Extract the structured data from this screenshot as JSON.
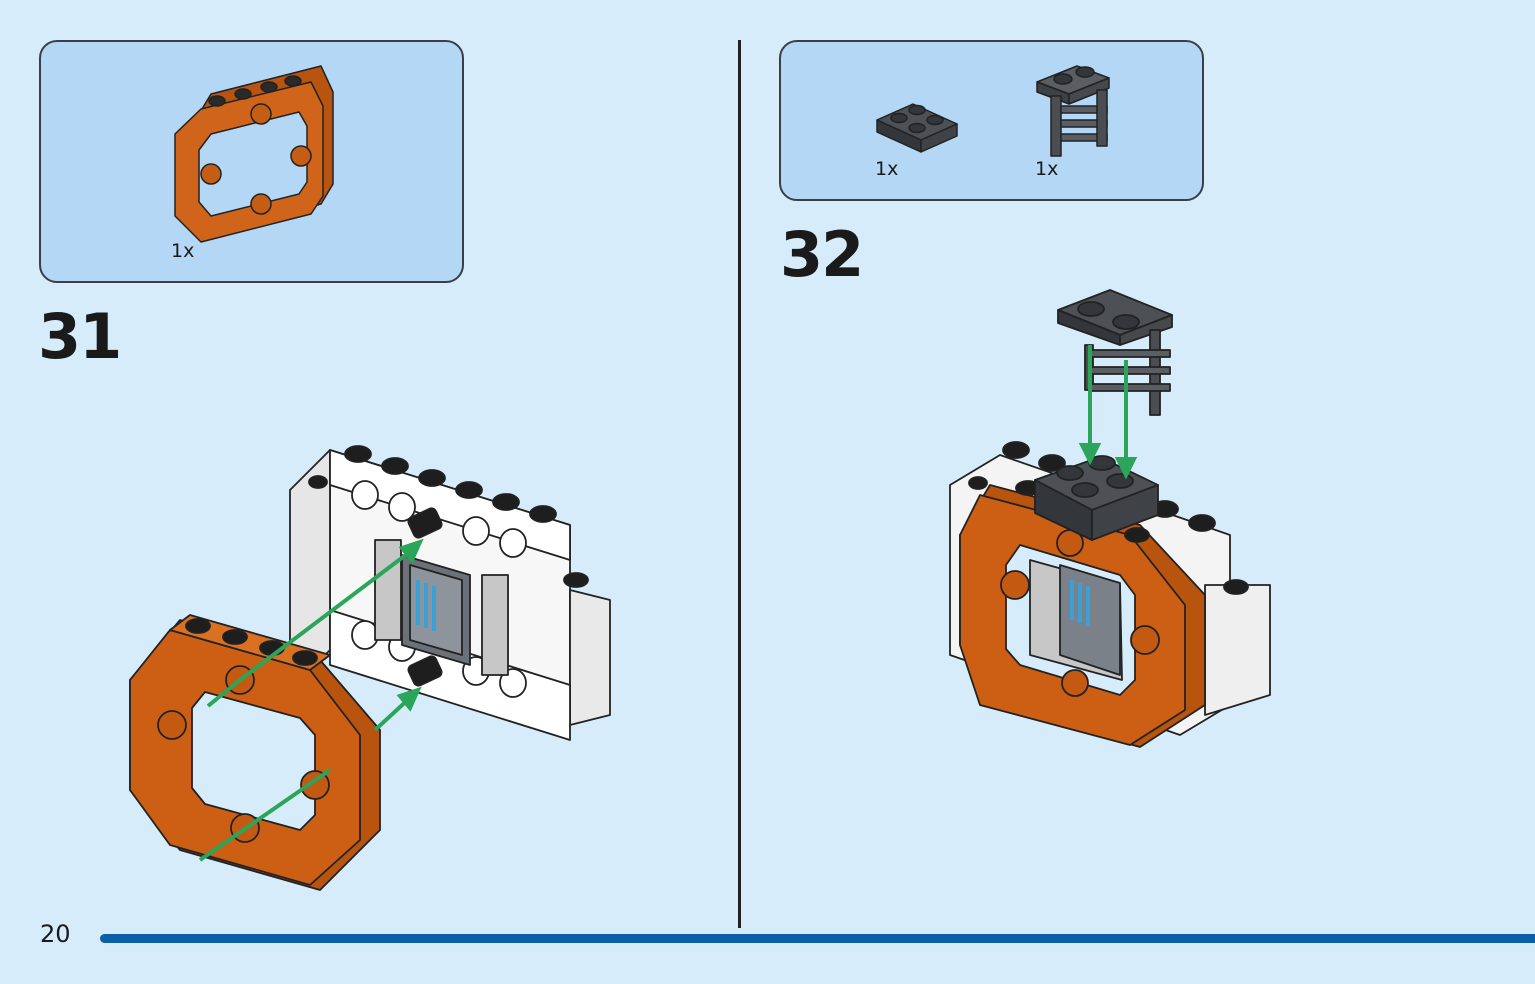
{
  "page": {
    "number": "20",
    "progress": 1.0
  },
  "steps": [
    {
      "number": "31",
      "parts": [
        {
          "qty": "1x",
          "icon": "orange-octagonal-frame-icon"
        }
      ]
    },
    {
      "number": "32",
      "parts": [
        {
          "qty": "1x",
          "icon": "dark-gray-2x2-plate-icon"
        },
        {
          "qty": "1x",
          "icon": "dark-gray-bracket-ladder-icon"
        }
      ]
    }
  ],
  "colors": {
    "background": "#d6ecfb",
    "parts_box": "#b3d7f4",
    "orange": "#cc5f14",
    "dark_gray": "#555a60",
    "white_brick": "#f7f7f7",
    "arrow": "#2aa55a",
    "progress_bar": "#0a5fa8"
  }
}
